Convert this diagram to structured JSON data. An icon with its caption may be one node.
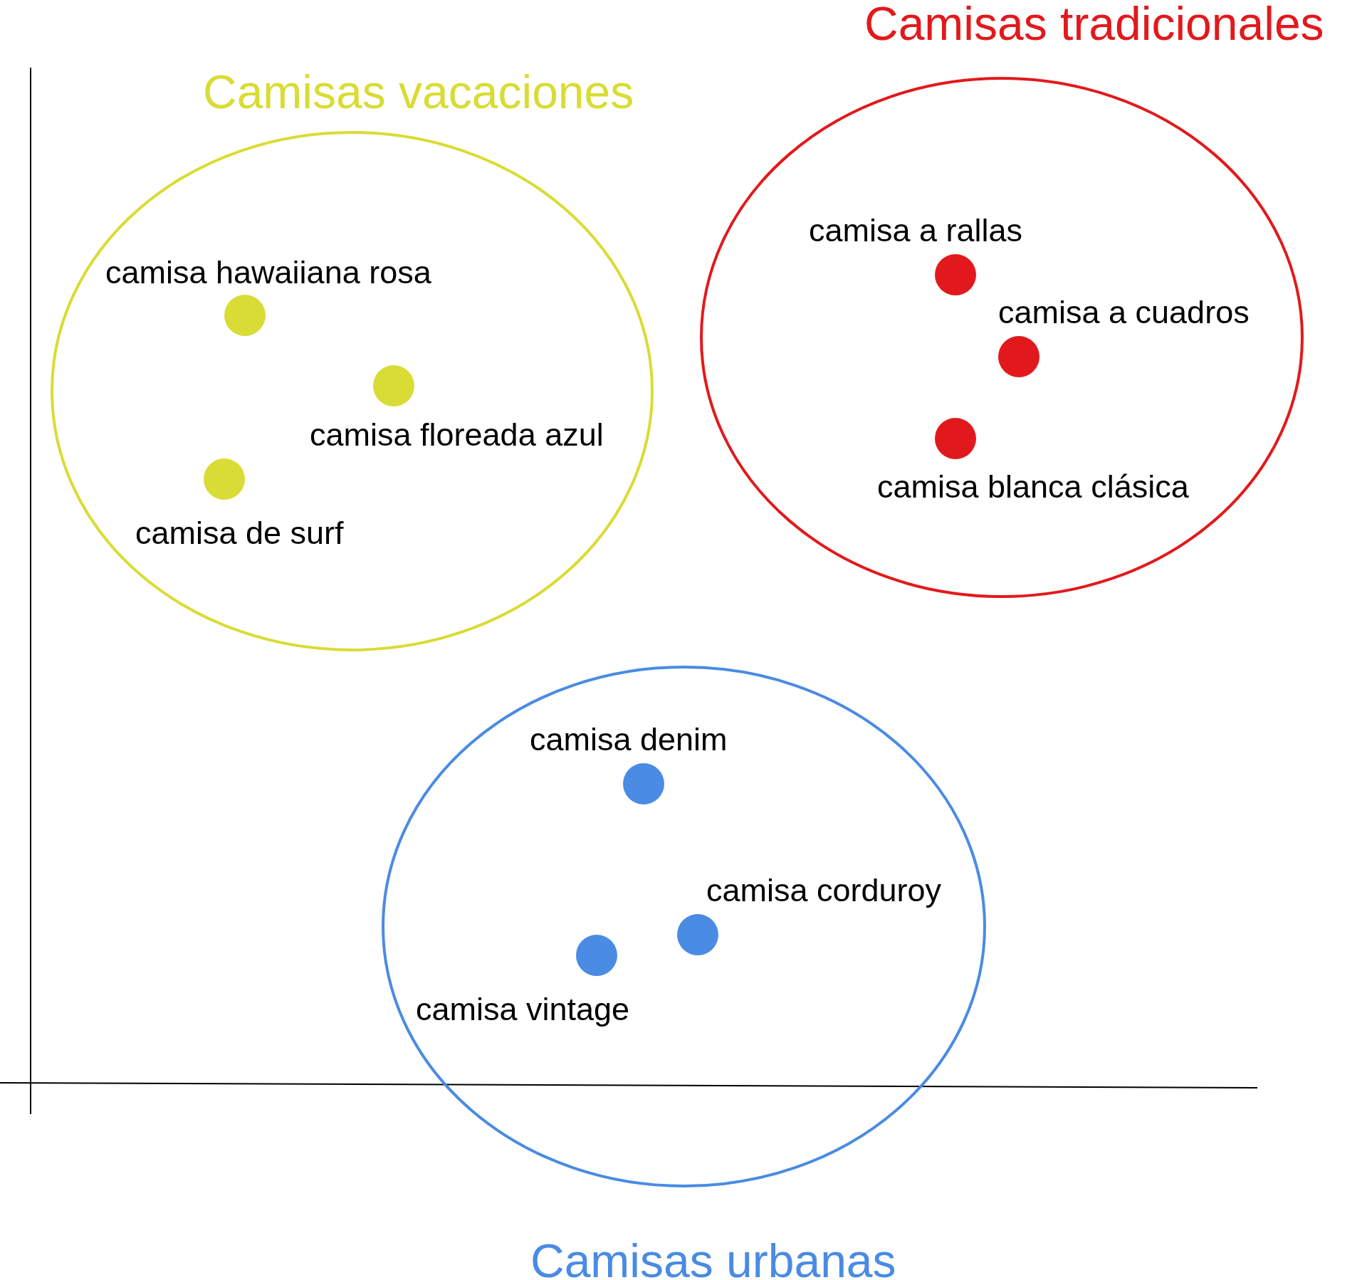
{
  "diagram": {
    "nodes": [
      {
        "text": [
          "Camisas vacaciones"
        ]
      },
      {
        "text": [],
        "shape": "circle",
        "in": 0,
        "beside": [
          "camisa hawaiiana rosa"
        ]
      },
      {
        "text": [],
        "shape": "circle",
        "in": 0,
        "beside": [
          "camisa floreada azul"
        ]
      },
      {
        "text": [],
        "shape": "circle",
        "in": 0,
        "beside": [
          "camisa de surf"
        ]
      },
      {
        "text": [
          "Camisas tradicionales"
        ]
      },
      {
        "text": [],
        "shape": "circle",
        "in": 4,
        "beside": [
          "camisa a rallas"
        ]
      },
      {
        "text": [],
        "shape": "circle",
        "in": 4,
        "beside": [
          "camisa a cuadros"
        ]
      },
      {
        "text": [],
        "shape": "circle",
        "in": 4,
        "beside": [
          "camisa blanca clásica"
        ]
      },
      {
        "text": [
          "Camisas urbanas"
        ]
      },
      {
        "text": [],
        "shape": "circle",
        "in": 8,
        "beside": [
          "camisa denim"
        ]
      },
      {
        "text": [],
        "shape": "circle",
        "in": 8,
        "beside": [
          "camisa corduroy"
        ]
      },
      {
        "text": [],
        "shape": "circle",
        "in": 8,
        "beside": [
          "camisa vintage"
        ]
      }
    ],
    "edges": []
  }
}
